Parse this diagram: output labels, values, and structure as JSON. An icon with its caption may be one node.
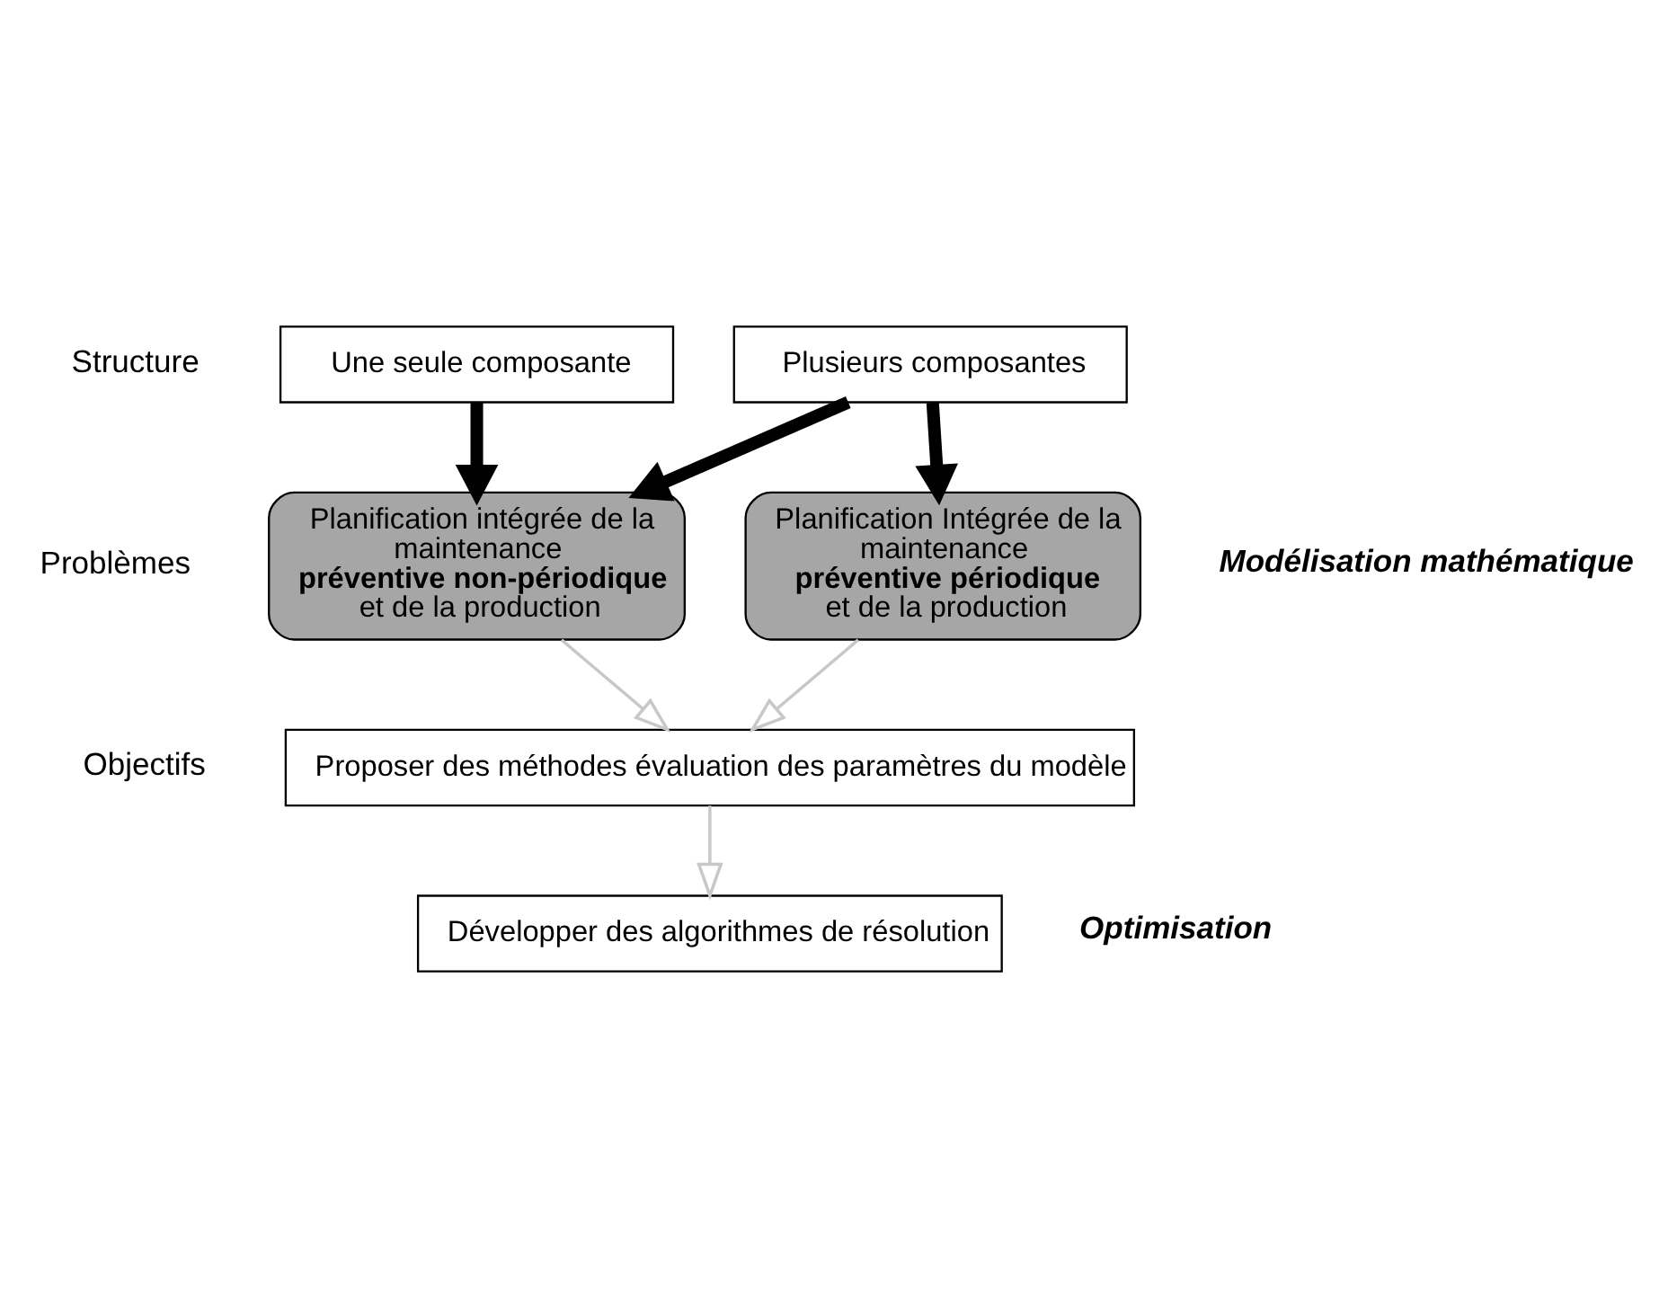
{
  "diagram": {
    "nodes": [
      {
        "text": [
          "Une seule composante"
        ]
      },
      {
        "text": [
          "Plusieurs composantes"
        ]
      },
      {
        "text": [
          "Planification intégrée de la maintenance **préventive non-périodique** et de la production"
        ]
      },
      {
        "text": [
          "Planification Intégrée de la maintenance **préventive périodique** et de la production"
        ]
      },
      {
        "text": [
          "Proposer des méthodes évaluation des paramètres du modèle"
        ]
      },
      {
        "text": [
          "Développer des algorithmes de résolution"
        ]
      }
    ],
    "edges": [
      {
        "from": 0,
        "to": 2,
        "arrow": "to",
        "style": "thick"
      },
      {
        "from": 1,
        "to": 2,
        "arrow": "to",
        "style": "thick"
      },
      {
        "from": 1,
        "to": 3,
        "arrow": "to",
        "style": "thick"
      },
      {
        "from": 2,
        "to": 4,
        "arrow": "to",
        "color": "#c8c8c8"
      },
      {
        "from": 3,
        "to": 4,
        "arrow": "to",
        "color": "#c8c8c8"
      },
      {
        "from": 4,
        "to": 5,
        "arrow": "to",
        "color": "#c8c8c8"
      }
    ],
    "labels": [
      "Structure",
      "Problèmes",
      "Objectifs",
      "Modélisation mathématique",
      "Optimisation"
    ]
  }
}
